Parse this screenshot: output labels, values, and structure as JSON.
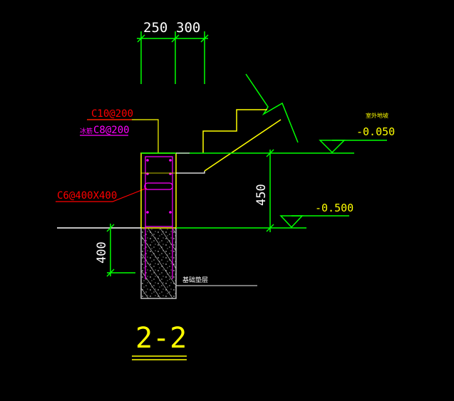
{
  "window": {
    "background": "#000000"
  },
  "drawing": {
    "dimensions": {
      "top_left": "250",
      "top_right": "300",
      "vertical_right": "450",
      "vertical_left": "400"
    },
    "labels": {
      "rebar_top_red": "C10@200",
      "rebar_top_magenta": "C8@200",
      "rebar_magenta_prefix": "冰筋",
      "rebar_mid_red": "C6@400X400",
      "side_note": "基础垫层",
      "level_tag": "室外地坡"
    },
    "elevations": {
      "upper": "-0.050",
      "lower": "-0.500"
    },
    "section_title": "2-2",
    "colors": {
      "green": "#00ff00",
      "yellow": "#ffff00",
      "red": "#ff0000",
      "magenta": "#ff00ff",
      "white": "#ffffff",
      "gray": "#c0c0c0"
    }
  }
}
